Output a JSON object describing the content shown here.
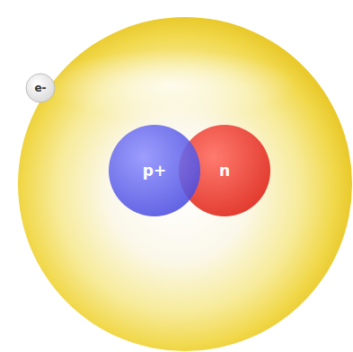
{
  "diagram": {
    "nodes": [
      {
        "text": [
          "e-"
        ]
      },
      {
        "text": [
          "p+"
        ]
      },
      {
        "text": [
          "n"
        ]
      }
    ]
  }
}
